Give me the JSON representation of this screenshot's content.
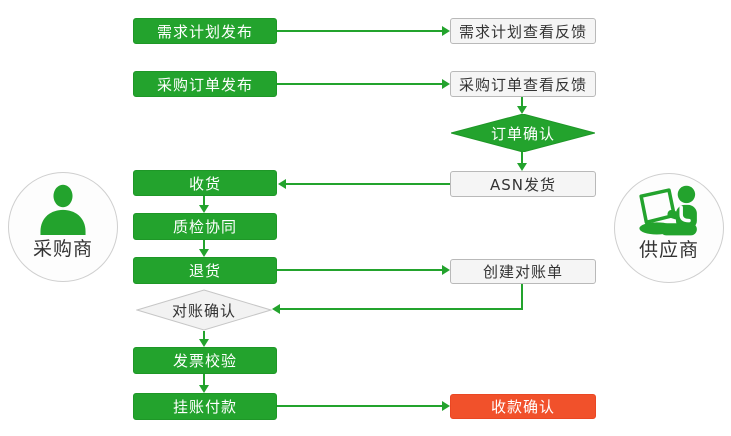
{
  "colors": {
    "green": "#23a32d",
    "red": "#f1512b",
    "gray_fill": "#f5f5f5",
    "gray_border": "#b9b9b9",
    "diamond_gray_fill": "#f2f2f2",
    "diamond_gray_border": "#c6c6c6",
    "circle_fill": "#fdfdfd",
    "circle_border": "#cfcfcf"
  },
  "actors": {
    "buyer": {
      "label": "采购商"
    },
    "supplier": {
      "label": "供应商"
    }
  },
  "nodes": {
    "demand_publish": {
      "label": "需求计划发布"
    },
    "demand_feedback": {
      "label": "需求计划查看反馈"
    },
    "order_publish": {
      "label": "采购订单发布"
    },
    "order_feedback": {
      "label": "采购订单查看反馈"
    },
    "order_confirm": {
      "label": "订单确认"
    },
    "asn_delivery": {
      "label": "ASN发货"
    },
    "receiving": {
      "label": "收货"
    },
    "quality_inspection": {
      "label": "质检协同"
    },
    "returns": {
      "label": "退货"
    },
    "create_statement": {
      "label": "创建对账单"
    },
    "statement_confirm": {
      "label": "对账确认"
    },
    "invoice_check": {
      "label": "发票校验"
    },
    "pending_payment": {
      "label": "挂账付款"
    },
    "payment_confirm": {
      "label": "收款确认"
    }
  }
}
